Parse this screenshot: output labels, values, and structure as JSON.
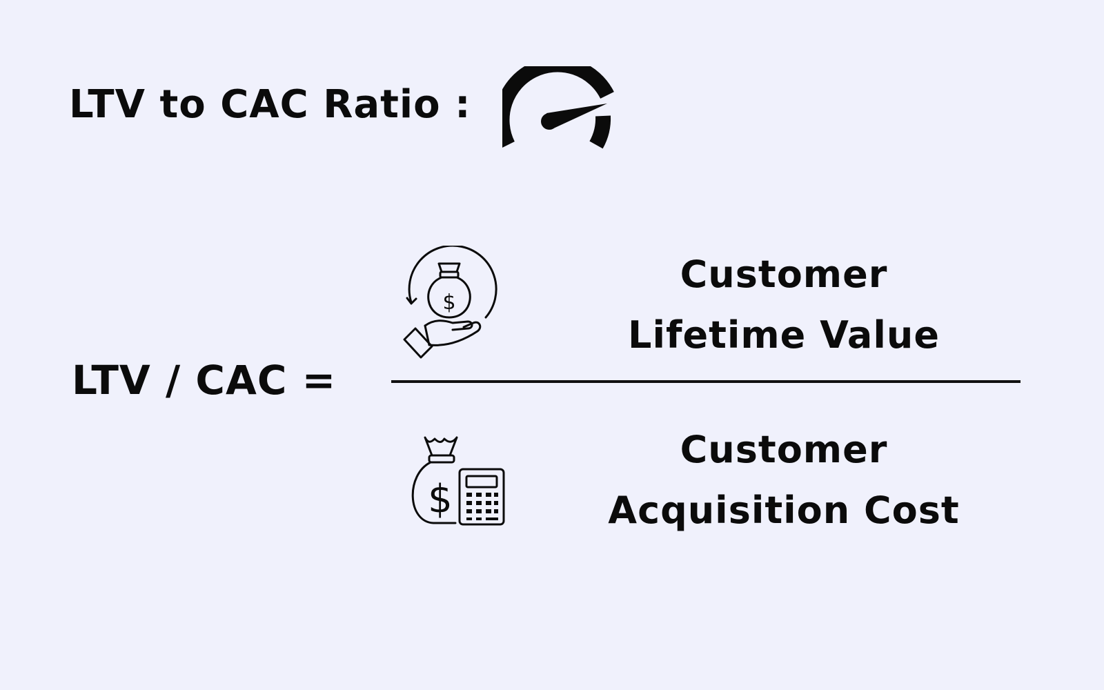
{
  "header": {
    "title": "LTV to CAC Ratio :",
    "icon": "speedometer-icon"
  },
  "formula": {
    "lhs": "LTV / CAC =",
    "numerator": {
      "line1": "Customer",
      "line2": "Lifetime Value",
      "icon": "money-bag-in-hand-icon"
    },
    "denominator": {
      "line1": "Customer",
      "line2": "Acquisition Cost",
      "icon": "money-bag-calculator-icon"
    }
  },
  "colors": {
    "background": "#f0f1fc",
    "text": "#0b0b0b"
  }
}
